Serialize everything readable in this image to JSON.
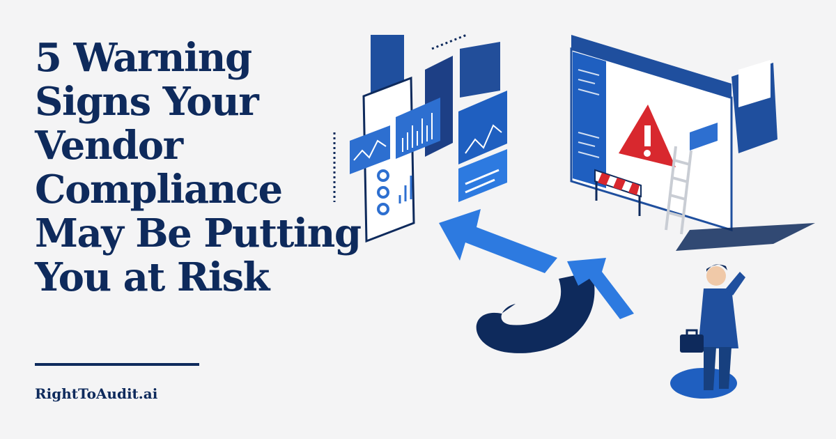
{
  "headline": {
    "lines": [
      "5 Warning",
      "Signs Your",
      "Vendor",
      "Compliance",
      "May Be Putting",
      "You at Risk"
    ]
  },
  "brand": "RightToAudit.ai",
  "colors": {
    "background": "#f4f4f5",
    "navy": "#0e2a5c",
    "blue": "#1f5fc0",
    "bright_blue": "#2d7ae0",
    "warning_red": "#d8282e"
  },
  "illustration": {
    "icons": [
      "smartphone-dashboard-icon",
      "browser-window-icon",
      "warning-triangle-icon",
      "road-barrier-icon",
      "ladder-icon",
      "forking-arrow-icon",
      "businessman-icon",
      "briefcase-icon"
    ]
  }
}
